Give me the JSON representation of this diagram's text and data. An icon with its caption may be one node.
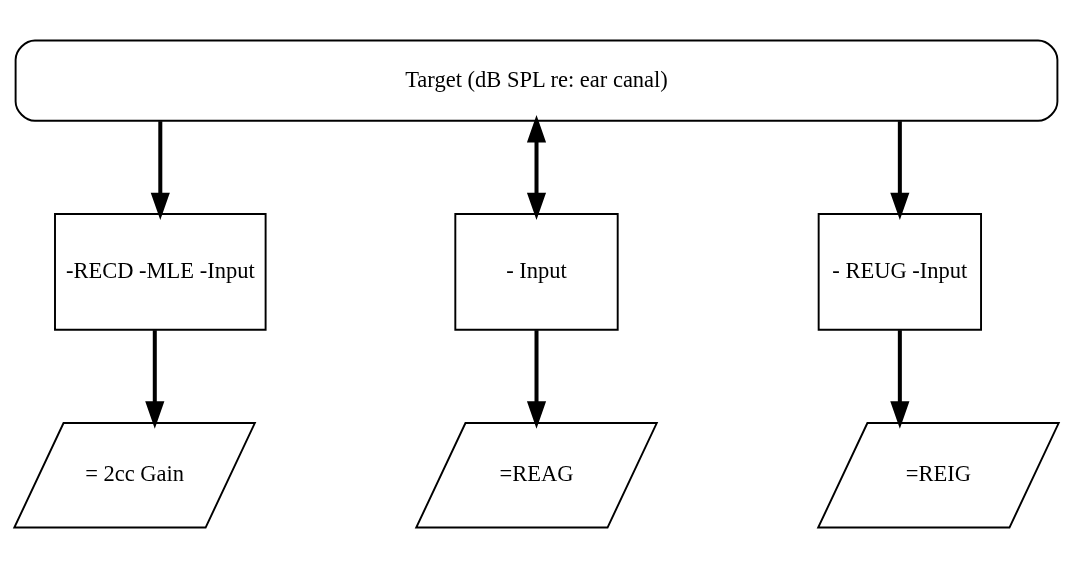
{
  "diagram": {
    "nodes": [
      {
        "text": [
          "Target (dB SPL re: ear canal)"
        ]
      },
      {
        "text": [
          "-RECD -MLE -Input"
        ]
      },
      {
        "text": [
          "- Input"
        ]
      },
      {
        "text": [
          "- REUG -Input"
        ]
      },
      {
        "text": [
          "= 2cc Gain"
        ]
      },
      {
        "text": [
          "=REAG"
        ]
      },
      {
        "text": [
          "=REIG"
        ]
      }
    ],
    "edges": [
      {
        "from": 0,
        "to": 1,
        "arrow": "to"
      },
      {
        "from": 0,
        "to": 2,
        "arrow": "both"
      },
      {
        "from": 0,
        "to": 3,
        "arrow": "to"
      },
      {
        "from": 1,
        "to": 4,
        "arrow": "to"
      },
      {
        "from": 2,
        "to": 5,
        "arrow": "to"
      },
      {
        "from": 3,
        "to": 6,
        "arrow": "to"
      }
    ]
  }
}
